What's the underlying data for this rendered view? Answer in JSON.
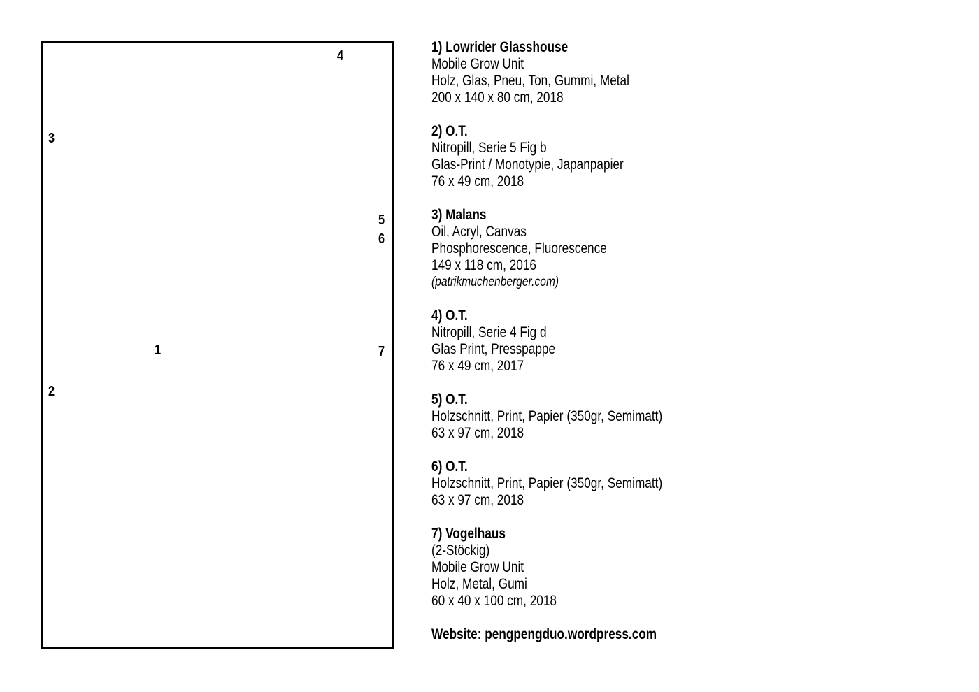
{
  "markers": [
    "1",
    "2",
    "3",
    "4",
    "5",
    "6",
    "7"
  ],
  "works": [
    {
      "title": "1) Lowrider Glasshouse",
      "lines": [
        "Mobile Grow Unit",
        "Holz, Glas, Pneu, Ton, Gummi, Metal",
        "200 x 140 x 80 cm, 2018"
      ]
    },
    {
      "title": "2) O.T.",
      "lines": [
        "Nitropill, Serie 5 Fig b",
        "Glas-Print / Monotypie, Japanpapier",
        "76 x 49 cm, 2018"
      ]
    },
    {
      "title": "3) Malans",
      "lines": [
        "Oil, Acryl, Canvas",
        "Phosphorescence, Fluorescence",
        "149 x 118 cm, 2016"
      ],
      "note": "(patrikmuchenberger.com)"
    },
    {
      "title": "4) O.T.",
      "lines": [
        "Nitropill, Serie 4 Fig d",
        "Glas Print, Presspappe",
        "76 x 49 cm, 2017"
      ]
    },
    {
      "title": "5) O.T.",
      "lines": [
        "Holzschnitt, Print, Papier (350gr, Semimatt)",
        "63 x 97 cm, 2018"
      ]
    },
    {
      "title": "6) O.T.",
      "lines": [
        "Holzschnitt, Print, Papier (350gr, Semimatt)",
        "63 x 97 cm, 2018"
      ]
    },
    {
      "title": "7) Vogelhaus",
      "lines": [
        "(2-Stöckig)",
        "Mobile Grow Unit",
        "Holz, Metal, Gumi",
        "60 x 40 x 100 cm, 2018"
      ]
    }
  ],
  "website": "Website: pengpengduo.wordpress.com"
}
